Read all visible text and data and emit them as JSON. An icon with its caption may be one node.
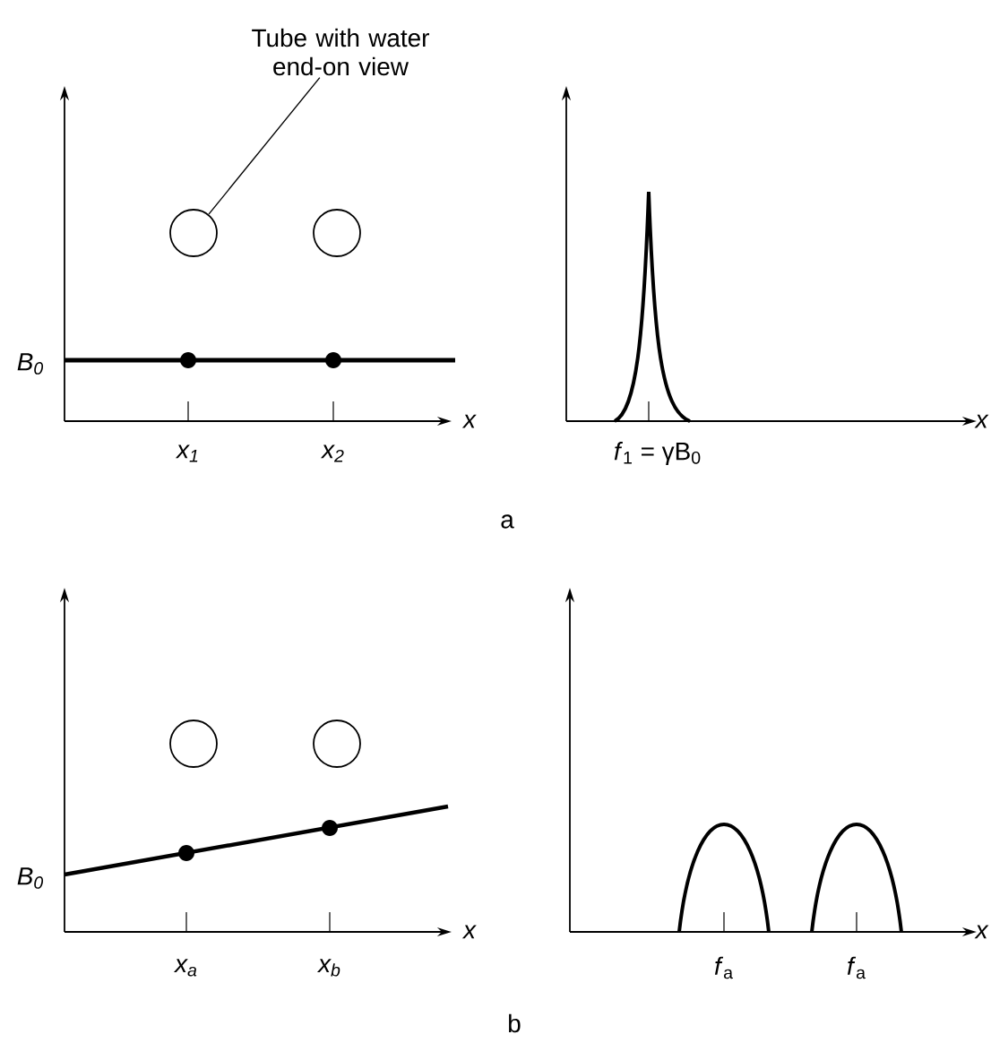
{
  "diagram": {
    "nodes": [
      {
        "text": [
          "Tube with water end-on view"
        ]
      },
      {
        "text": [],
        "shape": "circle"
      },
      {
        "text": [],
        "shape": "circle"
      },
      {
        "text": [],
        "shape": "circle"
      },
      {
        "text": [],
        "shape": "circle"
      }
    ],
    "edges": [
      {
        "from": 0,
        "to": 1,
        "arrow": "none"
      }
    ],
    "labels": [
      "B$_{0}$",
      "x",
      "x$_{1}$",
      "x$_{2}$",
      "x",
      "*f*$_{1}$ = γB$_{0}$",
      "a",
      "B$_{0}$",
      "x",
      "x$_{a}$",
      "x$_{b}$",
      "x",
      "*f*$_{a}$",
      "*f*$_{a}$",
      "b"
    ]
  }
}
